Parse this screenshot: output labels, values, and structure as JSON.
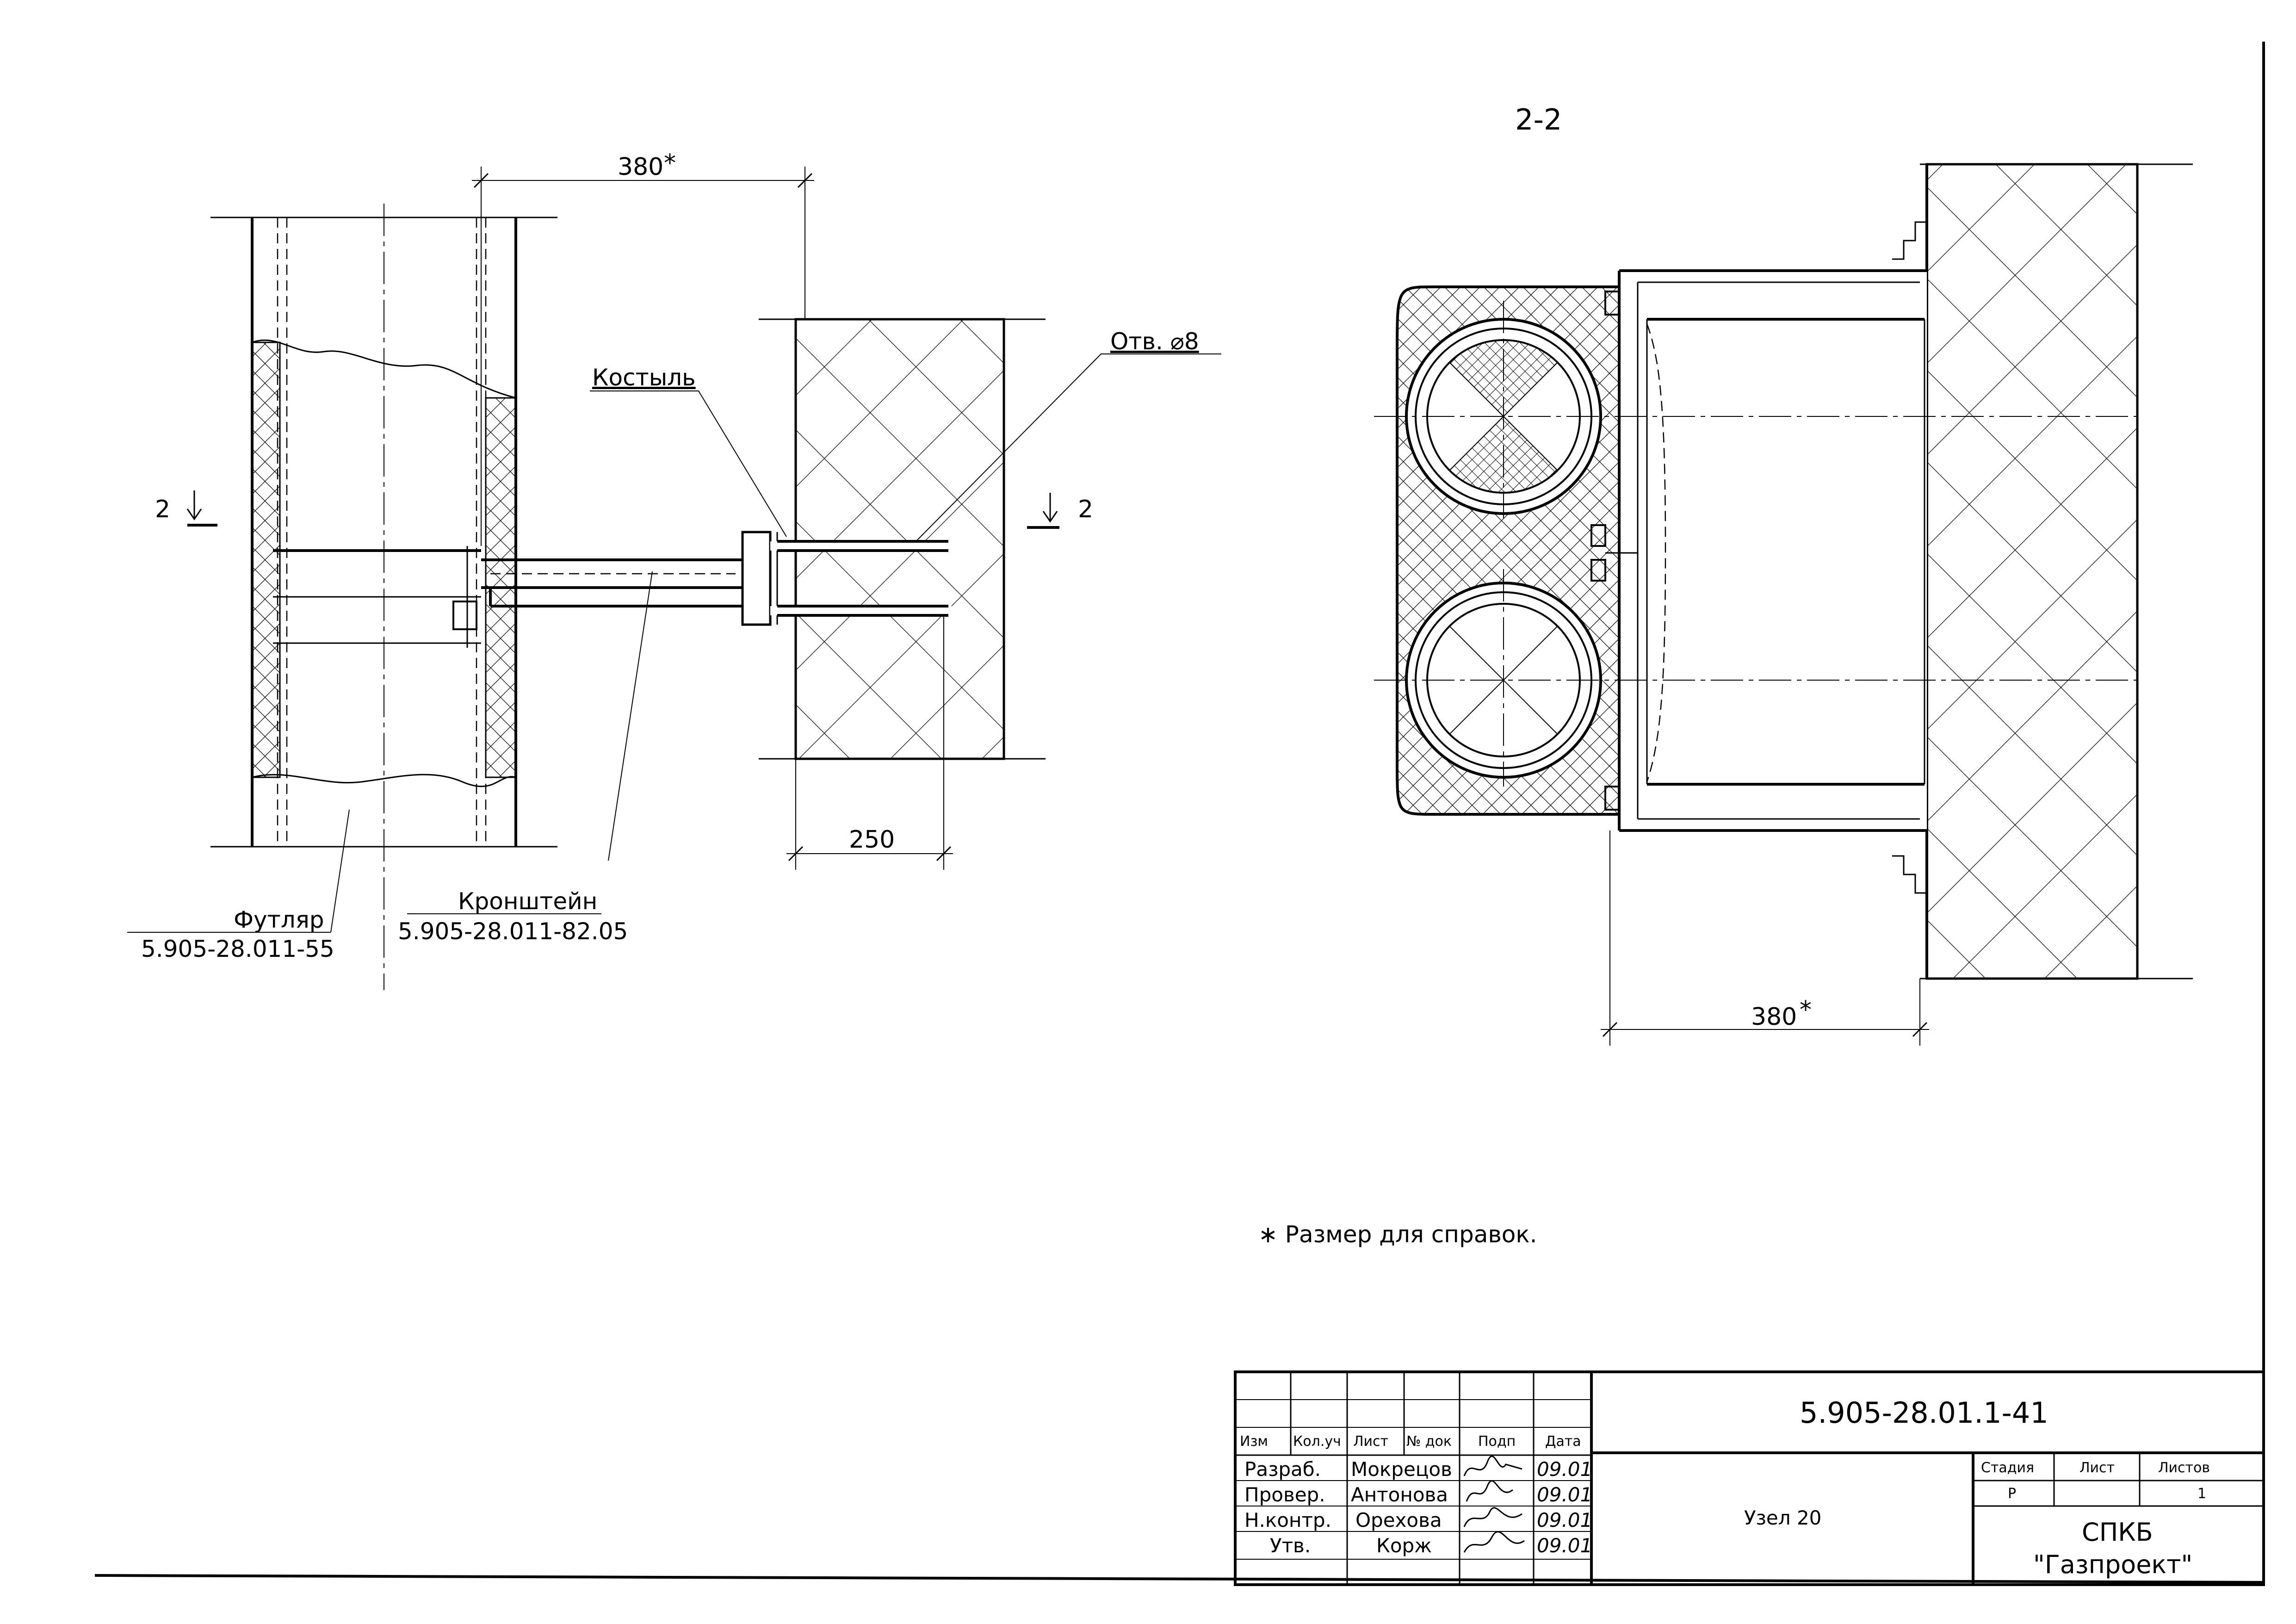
{
  "section_mark": "2-2",
  "left_view": {
    "cut_mark_number": "2",
    "dim_top": "380",
    "dim_top_star": "*",
    "dim_bottom": "250",
    "label_crutch": "Костыль",
    "label_hole": "Отв. ⌀8",
    "label_case": "Футляр",
    "label_case_code": "5.905-28.011-55",
    "label_bracket": "Кронштейн",
    "label_bracket_code": "5.905-28.011-82.05"
  },
  "right_view": {
    "dim_bottom": "380",
    "dim_star": "*"
  },
  "note": "∗ Размер для справок.",
  "title_block": {
    "doc_code": "5.905-28.01.1-41",
    "headers": [
      "Изм",
      "Кол.уч",
      "Лист",
      "№ док",
      "Подп",
      "Дата"
    ],
    "rows": [
      {
        "role": "Разраб.",
        "name": "Мокрецов",
        "date": "09.01"
      },
      {
        "role": "Провер.",
        "name": "Антонова",
        "date": "09.01"
      },
      {
        "role": "Н.контр.",
        "name": "Орехова",
        "date": "09.01"
      },
      {
        "role": "Утв.",
        "name": "Корж",
        "date": "09.01"
      }
    ],
    "title": "Узел 20",
    "stage_header": "Стадия",
    "sheet_header": "Лист",
    "sheets_header": "Листов",
    "stage_value": "Р",
    "sheet_value": "",
    "sheets_value": "1",
    "org_line1": "СПКБ",
    "org_line2": "\"Газпроект\""
  }
}
